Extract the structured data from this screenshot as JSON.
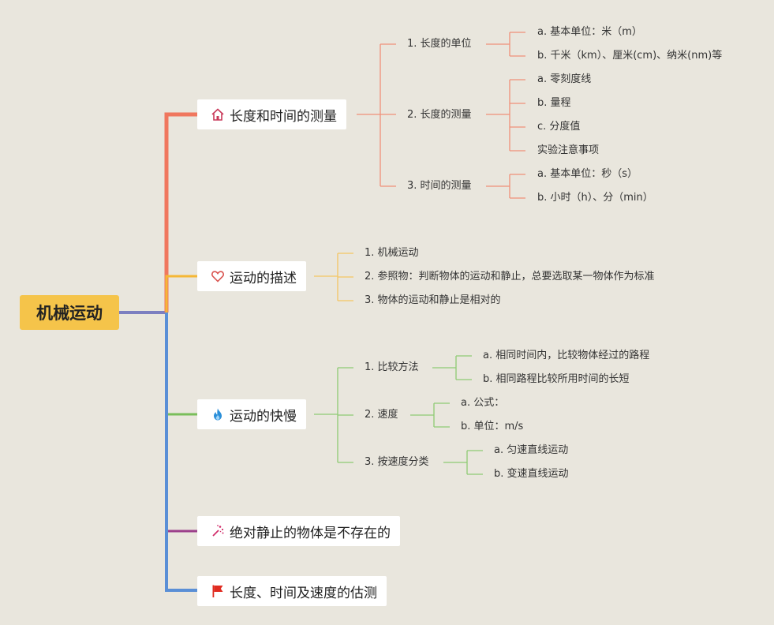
{
  "root": {
    "label": "机械运动"
  },
  "colors": {
    "root": "#f5c44a",
    "b1": "#f0775e",
    "b2": "#f5b735",
    "b3": "#79be5a",
    "b4": "#9b3f8a",
    "b5": "#5a8fd6"
  },
  "branches": [
    {
      "label": "长度和时间的测量",
      "icon": "home-icon",
      "children": [
        {
          "label": "1. 长度的单位",
          "children": [
            "a. 基本单位：米（m）",
            "b. 千米（km）、厘米(cm)、纳米(nm)等"
          ]
        },
        {
          "label": "2. 长度的测量",
          "children": [
            "a. 零刻度线",
            "b. 量程",
            "c. 分度值",
            "实验注意事项"
          ]
        },
        {
          "label": "3. 时间的测量",
          "children": [
            "a. 基本单位：秒（s）",
            "b. 小时（h）、分（min）"
          ]
        }
      ]
    },
    {
      "label": "运动的描述",
      "icon": "heart-icon",
      "children": [
        {
          "label": "1. 机械运动"
        },
        {
          "label": "2. 参照物：判断物体的运动和静止，总要选取某一物体作为标准"
        },
        {
          "label": "3. 物体的运动和静止是相对的"
        }
      ]
    },
    {
      "label": "运动的快慢",
      "icon": "flame-icon",
      "children": [
        {
          "label": "1. 比较方法",
          "children": [
            "a. 相同时间内，比较物体经过的路程",
            "b. 相同路程比较所用时间的长短"
          ]
        },
        {
          "label": "2. 速度",
          "children": [
            "a. 公式：",
            "b. 单位：m/s"
          ]
        },
        {
          "label": "3. 按速度分类",
          "children": [
            "a. 匀速直线运动",
            "b. 变速直线运动"
          ]
        }
      ]
    },
    {
      "label": "绝对静止的物体是不存在的",
      "icon": "sparkles-icon"
    },
    {
      "label": "长度、时间及速度的估测",
      "icon": "flag-icon"
    }
  ]
}
